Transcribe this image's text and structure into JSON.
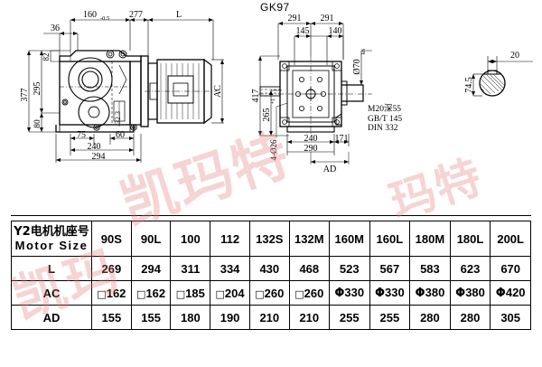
{
  "title": "GK97",
  "annotation": {
    "line1": "M20深55",
    "line2": "GB/T 145",
    "line3": "DIN 332"
  },
  "views": {
    "side_view": {
      "name": "side-elevation-view",
      "dimensions": {
        "top_160": "160",
        "top_160_tol": "-0.5",
        "top_277": "277",
        "top_L": "L",
        "left_36": "36",
        "left_377": "377",
        "left_295": "295",
        "left_82": "82",
        "left_80": "80",
        "bottom_75": "75",
        "bottom_60": "60",
        "bottom_240": "240",
        "bottom_294": "294",
        "inner_323": "32.3",
        "right_AC": "AC"
      }
    },
    "front_view": {
      "name": "front-elevation-view",
      "dimensions": {
        "top_291_left": "291",
        "top_291_right": "291",
        "top_145": "145",
        "top_140": "140",
        "shaft_dia": "Ø70",
        "shaft_dia_tol": "k6",
        "left_417": "417",
        "left_265": "265",
        "left_265_tol": "+1",
        "hole_4x26": "4-Ø26",
        "bottom_240": "240",
        "bottom_171": "171",
        "bottom_290": "290",
        "bottom_AD": "AD"
      }
    },
    "shaft_section": {
      "name": "shaft-section-view",
      "dimensions": {
        "key_width": "20",
        "key_height": "74.5"
      }
    }
  },
  "table": {
    "header_label_cn": "Y2电机机座号",
    "header_label_en": "Motor Size",
    "columns": [
      "90S",
      "90L",
      "100",
      "112",
      "132S",
      "132M",
      "160M",
      "160L",
      "180M",
      "180L",
      "200L"
    ],
    "rows": [
      {
        "label": "L",
        "values": [
          "269",
          "294",
          "311",
          "334",
          "430",
          "468",
          "523",
          "567",
          "583",
          "623",
          "670"
        ],
        "prefixes": [
          "",
          "",
          "",
          "",
          "",
          "",
          "",
          "",
          "",
          "",
          ""
        ]
      },
      {
        "label": "AC",
        "values": [
          "162",
          "162",
          "185",
          "204",
          "260",
          "260",
          "330",
          "330",
          "380",
          "380",
          "420"
        ],
        "prefixes": [
          "□",
          "□",
          "□",
          "□",
          "□",
          "□",
          "Φ",
          "Φ",
          "Φ",
          "Φ",
          "Φ"
        ]
      },
      {
        "label": "AD",
        "values": [
          "155",
          "155",
          "180",
          "190",
          "210",
          "210",
          "255",
          "255",
          "280",
          "280",
          "305"
        ],
        "prefixes": [
          "",
          "",
          "",
          "",
          "",
          "",
          "",
          "",
          "",
          "",
          ""
        ]
      }
    ]
  },
  "watermark": {
    "text_a": "凯玛特",
    "text_b": "凯玛",
    "text_c": "玛特"
  },
  "colors": {
    "line": "#000000",
    "background": "#ffffff",
    "watermark": "#e47878"
  }
}
